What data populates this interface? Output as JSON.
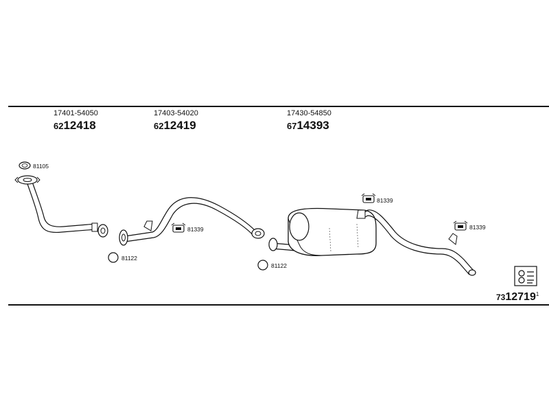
{
  "parts": [
    {
      "oem": "17401-54050",
      "prefix": "62",
      "code": "12418"
    },
    {
      "oem": "17403-54020",
      "prefix": "62",
      "code": "12419"
    },
    {
      "oem": "17430-54850",
      "prefix": "67",
      "code": "14393"
    }
  ],
  "callouts": {
    "gasket_front": "81105",
    "ring_1": "81122",
    "ring_2": "81122",
    "hanger_1": "81339",
    "hanger_2": "81339",
    "hanger_3": "81339"
  },
  "diagram_code": {
    "prefix": "73",
    "code": "12719",
    "suffix": "1"
  },
  "icons": [
    "gasket-ring-icon",
    "rubber-hanger-icon",
    "copyright-logo-icon"
  ]
}
